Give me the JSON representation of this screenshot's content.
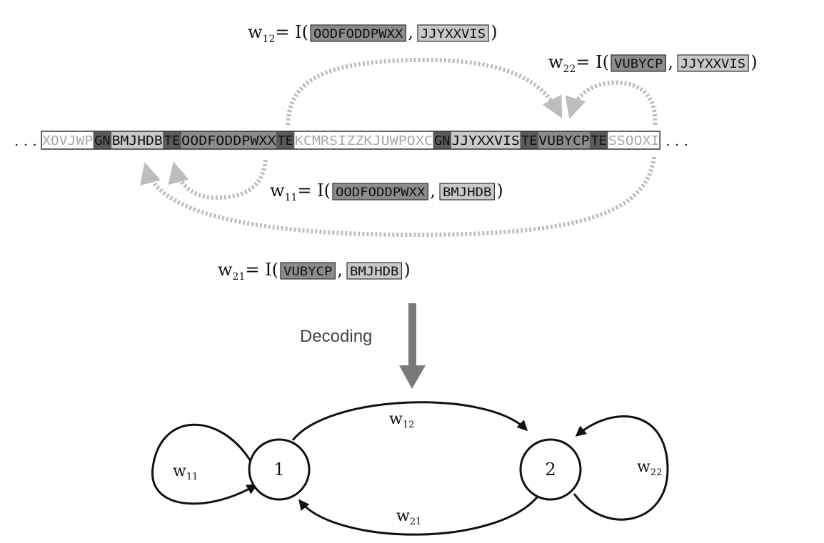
{
  "sequence": {
    "leading_dots": ". . .",
    "trailing_dots": ". . .",
    "segments": [
      {
        "text": "XOVJWP",
        "style": "faded"
      },
      {
        "text": "GN",
        "style": "dark"
      },
      {
        "text": "BMJHDB",
        "style": "light"
      },
      {
        "text": "TE",
        "style": "dark"
      },
      {
        "text": "OODFODDPWXX",
        "style": "medium"
      },
      {
        "text": "TE",
        "style": "dark"
      },
      {
        "text": "KCMRSIZZKJUWPOXC",
        "style": "faded"
      },
      {
        "text": "GN",
        "style": "dark"
      },
      {
        "text": "JJYXXVIS",
        "style": "light"
      },
      {
        "text": "TE",
        "style": "dark"
      },
      {
        "text": "VUBYCP",
        "style": "medium"
      },
      {
        "text": "TE",
        "style": "dark"
      },
      {
        "text": "SSOOXI",
        "style": "faded"
      }
    ]
  },
  "formulas": {
    "w12": {
      "base": "w",
      "sub": "12",
      "eq": " = I(",
      "arg1": "OODFODDPWXX",
      "sep": ",",
      "arg2": "JJYXXVIS",
      "close": ")"
    },
    "w22": {
      "base": "w",
      "sub": "22",
      "eq": " = I(",
      "arg1": "VUBYCP",
      "sep": ",",
      "arg2": "JJYXXVIS",
      "close": ")"
    },
    "w11": {
      "base": "w",
      "sub": "11",
      "eq": " = I(",
      "arg1": "OODFODDPWXX",
      "sep": ",",
      "arg2": "BMJHDB",
      "close": ")"
    },
    "w21": {
      "base": "w",
      "sub": "21",
      "eq": " = I(",
      "arg1": "VUBYCP",
      "sep": ",",
      "arg2": "BMJHDB",
      "close": ")"
    }
  },
  "decoding_label": "Decoding",
  "graph": {
    "nodes": [
      {
        "id": "1",
        "label": "1"
      },
      {
        "id": "2",
        "label": "2"
      }
    ],
    "edges": [
      {
        "id": "w11",
        "base": "w",
        "sub": "11"
      },
      {
        "id": "w12",
        "base": "w",
        "sub": "12"
      },
      {
        "id": "w21",
        "base": "w",
        "sub": "21"
      },
      {
        "id": "w22",
        "base": "w",
        "sub": "22"
      }
    ]
  },
  "colors": {
    "dark": "#5a5a5a",
    "medium": "#8c8c8c",
    "light": "#c9c9c9",
    "faded_text": "#a8a8a8",
    "arrow_dotted": "#bdbdbd",
    "decode_arrow": "#7a7a7a"
  }
}
